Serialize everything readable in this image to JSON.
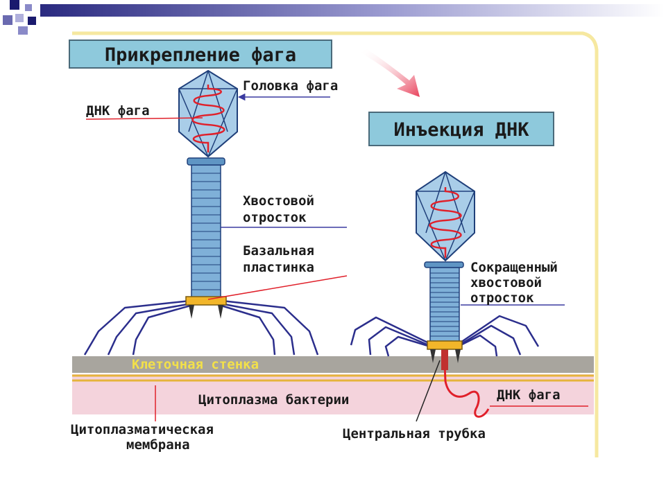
{
  "titles": {
    "attachment": "Прикрепление фага",
    "injection": "Инъекция ДНК"
  },
  "labels": {
    "phage_head": "Головка фага",
    "phage_dna": "ДНК фага",
    "tail_line1": "Хвостовой",
    "tail_line2": "отросток",
    "base_line1": "Базальная",
    "base_line2": "пластинка",
    "contracted_line1": "Сокращенный",
    "contracted_line2": "хвостовой",
    "contracted_line3": "отросток",
    "cell_wall": "Клеточная стенка",
    "cytoplasm": "Цитоплазма бактерии",
    "phage_dna_injected": "ДНК фага",
    "membrane_line1": "Цитоплазматическая",
    "membrane_line2": "мембрана",
    "central_tube": "Центральная трубка"
  },
  "colors": {
    "title_box": "#8ec9dc",
    "head_fill": "#a9cde8",
    "dna": "#e0202a",
    "tail": "#7fb0d8",
    "legs": "#2b2e8c",
    "base_plate": "#f2b62a",
    "cell_wall": "#a8a59e",
    "cell_wall_text": "#f2e04a",
    "cytoplasm": "#f4d3dc",
    "membrane": "#e6b43c",
    "pointer": "#3a3aa0",
    "arrow": "#e8405a",
    "frame": "#f6e8a0",
    "corner_squares": "#1a1a6e"
  }
}
